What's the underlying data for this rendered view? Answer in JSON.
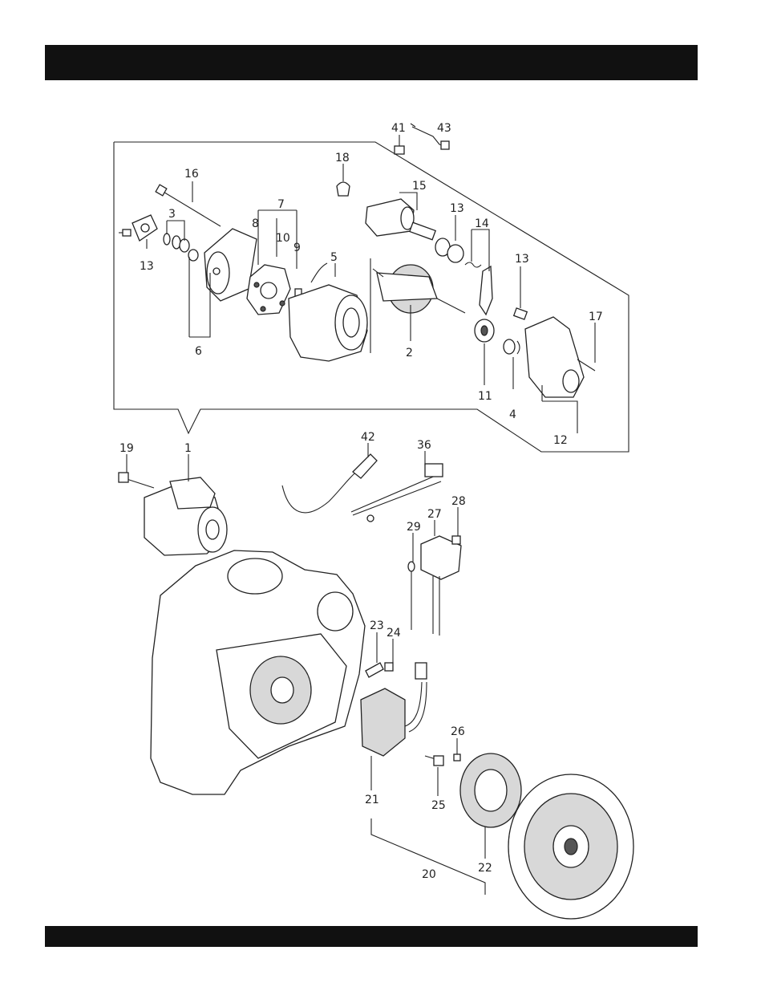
{
  "header_bar": {
    "color": "#111111"
  },
  "footer_bar": {
    "color": "#111111"
  },
  "callouts": {
    "c1": "1",
    "c2": "2",
    "c3": "3",
    "c4": "4",
    "c5": "5",
    "c6": "6",
    "c7": "7",
    "c8": "8",
    "c9": "9",
    "c10": "10",
    "c11": "11",
    "c12": "12",
    "c13a": "13",
    "c13b": "13",
    "c13c": "13",
    "c14": "14",
    "c15": "15",
    "c16": "16",
    "c17": "17",
    "c18": "18",
    "c19": "19",
    "c20": "20",
    "c21": "21",
    "c22": "22",
    "c23": "23",
    "c24": "24",
    "c25": "25",
    "c26": "26",
    "c27": "27",
    "c28": "28",
    "c29": "29",
    "c36": "36",
    "c41": "41",
    "c42": "42",
    "c43": "43"
  }
}
